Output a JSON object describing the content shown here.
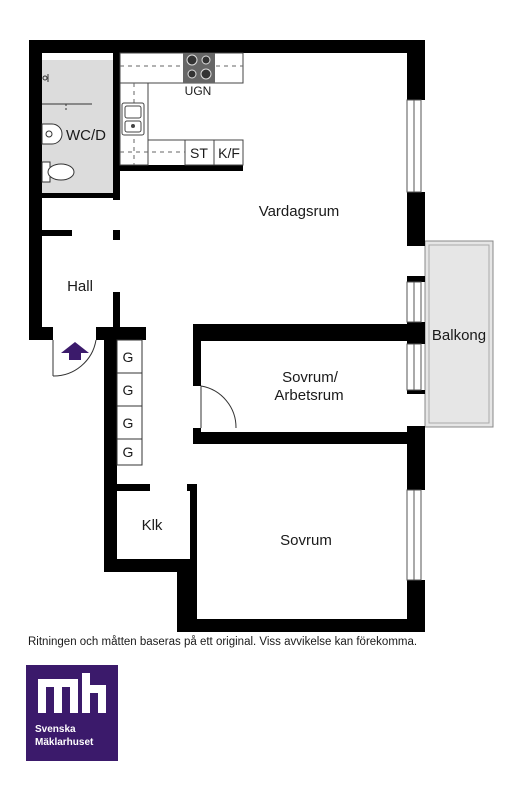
{
  "rooms": {
    "wc": "WC/D",
    "ugn": "UGN",
    "st": "ST",
    "kf": "K/F",
    "vardagsrum": "Vardagsrum",
    "hall": "Hall",
    "balkong": "Balkong",
    "sovrum_arbetsrum_line1": "Sovrum/",
    "sovrum_arbetsrum_line2": "Arbetsrum",
    "wardrobe": "G",
    "klk": "Klk",
    "sovrum": "Sovrum"
  },
  "disclaimer": "Ritningen och måtten baseras på ett original. Viss avvikelse kan förekomma.",
  "logo": {
    "line1": "Svenska",
    "line2": "Mäklarhuset",
    "background": "#3b1a6b"
  },
  "colors": {
    "wall": "#000000",
    "wet_room": "#dcdcdc",
    "balcony": "#e6e6e6",
    "entrance_arrow": "#3b1a6b"
  }
}
